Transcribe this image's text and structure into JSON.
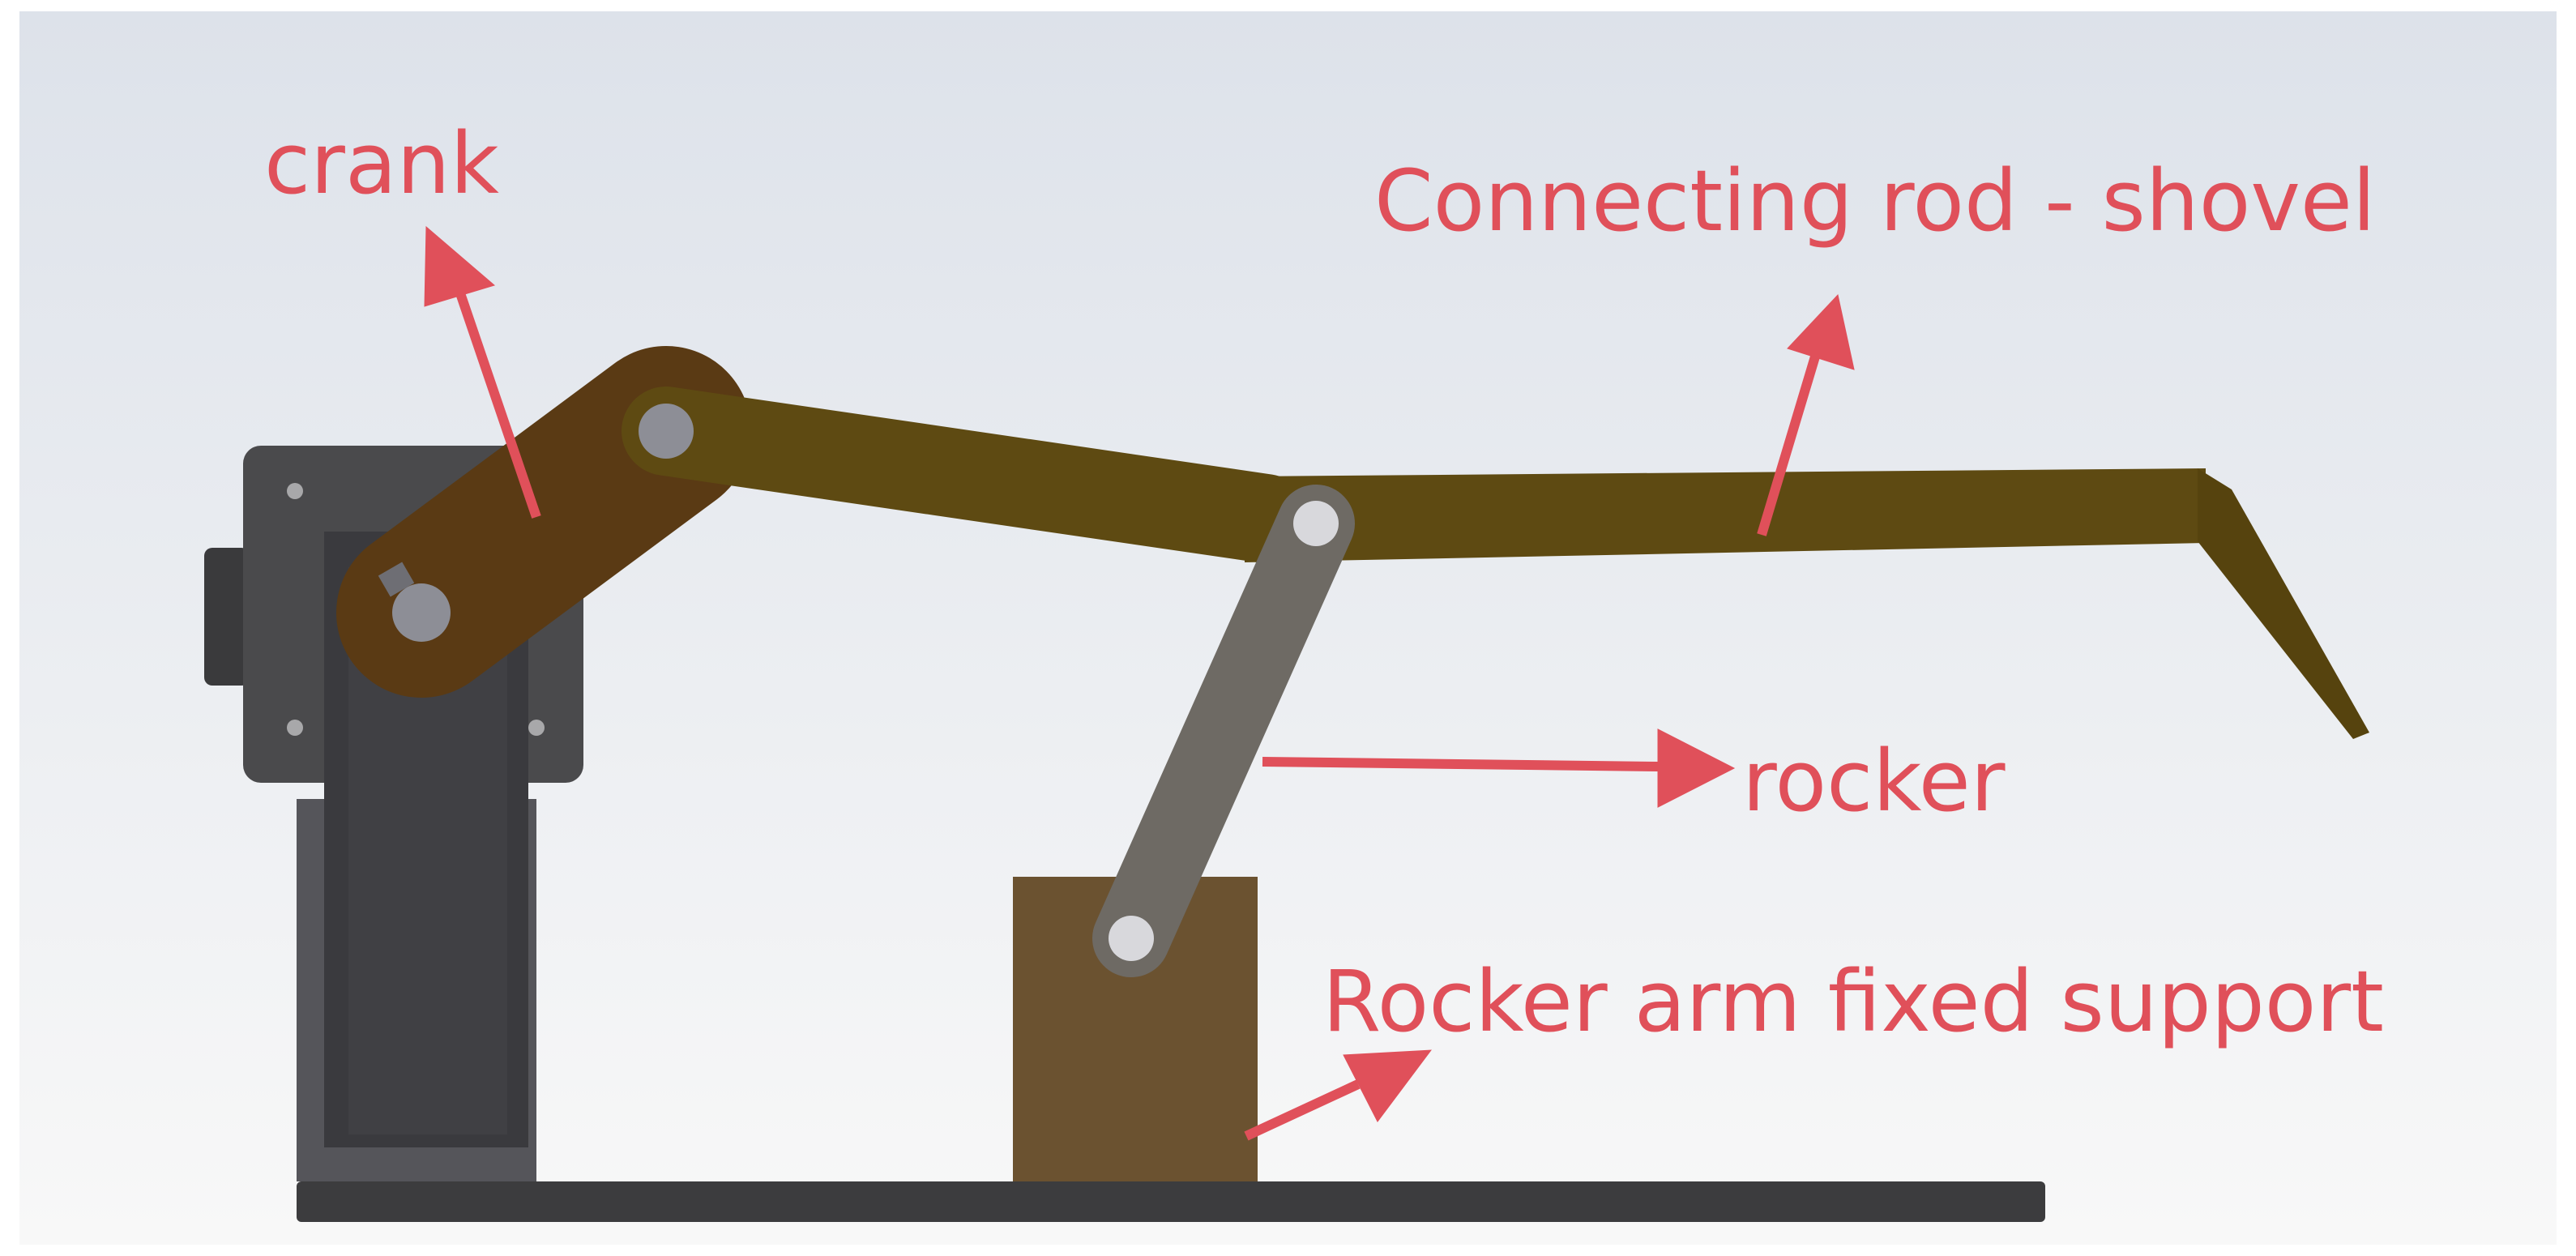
{
  "labels": {
    "crank": "crank",
    "connecting_rod": "Connecting rod - shovel",
    "rocker": "rocker",
    "support": "Rocker arm fixed support"
  },
  "colors": {
    "annotation": "#e0505a",
    "background_top": "#dde2ea",
    "background_bottom": "#f8f8f8",
    "crank": "#5a3a14",
    "connecting_rod": "#5e4a12",
    "rocker": "#6e6a64",
    "support_block": "#6b5230",
    "motor_frame": "#4a4a4c",
    "base_plate": "#3c3c3e"
  },
  "icons": {
    "crank_arrow": "arrow-up-left-icon",
    "rod_arrow": "arrow-up-right-icon",
    "rocker_arrow": "arrow-right-icon",
    "support_arrow": "arrow-up-right-icon"
  }
}
